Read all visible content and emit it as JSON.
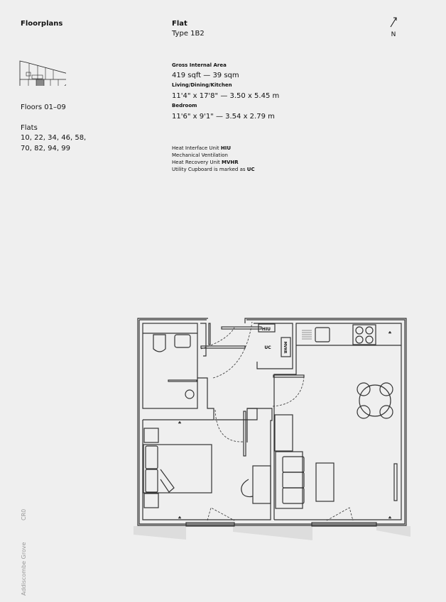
{
  "header": {
    "section_title": "Floorplans",
    "flat_label": "Flat",
    "flat_type": "Type 1B2",
    "north": "N"
  },
  "location": {
    "floors": "Floors 01–09",
    "flats_label": "Flats",
    "flats_line1": "10, 22, 34, 46, 58,",
    "flats_line2": "70, 82, 94, 99"
  },
  "areas": [
    {
      "label": "Gross Internal Area",
      "value": "419 sqft — 39 sqm"
    },
    {
      "label": "Living/Dining/Kitchen",
      "value": "11'4\" x 17'8\" — 3.50 x 5.45 m"
    },
    {
      "label": "Bedroom",
      "value": "11'6\" x 9'1\" — 3.54 x 2.79 m"
    }
  ],
  "legend": [
    {
      "text": "Heat Interface Unit ",
      "bold": "HIU"
    },
    {
      "text": "Mechanical Ventilation",
      "bold": ""
    },
    {
      "text": "Heat Recovery Unit ",
      "bold": "MVHR"
    },
    {
      "text": "Utility Cupboard is marked as ",
      "bold": "UC"
    }
  ],
  "plan_labels": {
    "hiu": "HIU",
    "uc": "UC",
    "mvhr": "MVHR"
  },
  "footer": {
    "postcode": "CR0",
    "street": "Addiscombe Grove"
  },
  "colors": {
    "background": "#efefef",
    "wall": "#333333",
    "highlight": "#888888"
  }
}
